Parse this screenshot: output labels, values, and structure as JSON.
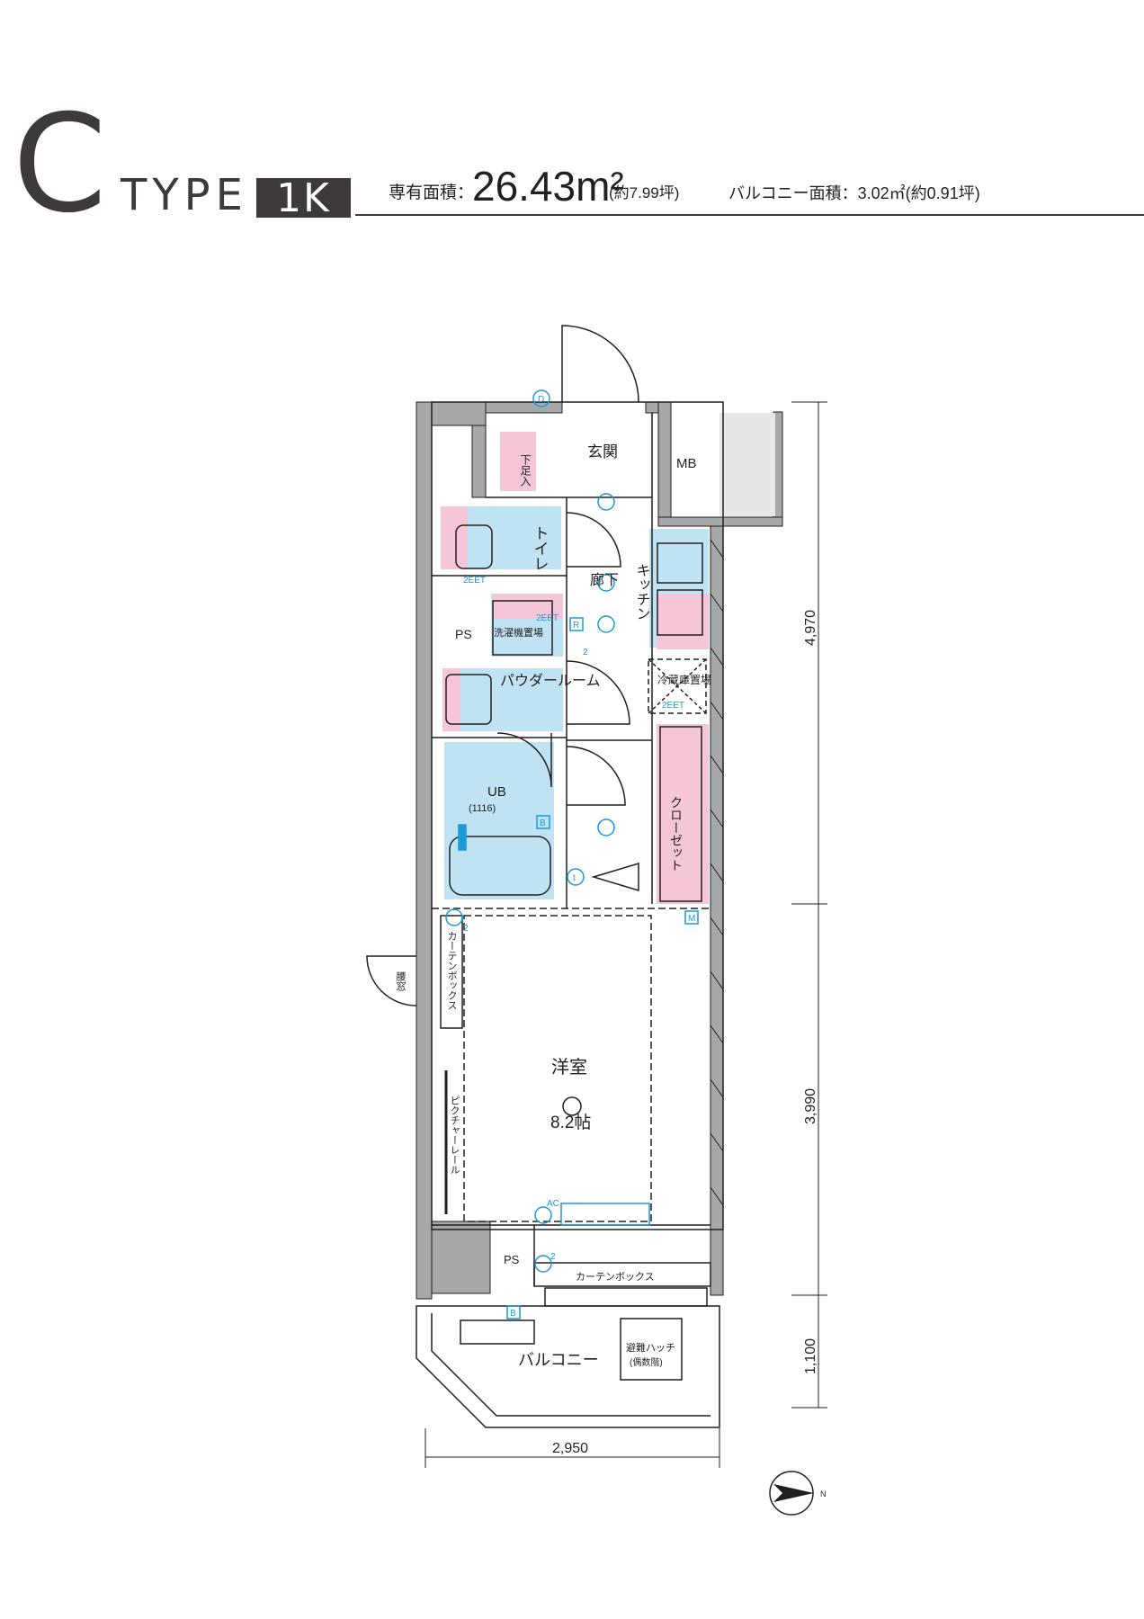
{
  "header": {
    "type_letter": "C",
    "type_word": "TYPE",
    "room_type": "1K",
    "area_label": "専有面積：",
    "area_value": "26.43m²",
    "area_tsubo": "(約7.99坪)",
    "balcony_area": "バルコニー面積：3.02㎡(約0.91坪)"
  },
  "rooms": {
    "entrance": "玄関",
    "shoe_box": "下足入",
    "mb": "MB",
    "toilet": "トイレ",
    "hallway": "廊下",
    "kitchen": "キッチン",
    "ps_upper": "PS",
    "washer": "洗濯機置場",
    "powder_room": "パウダールーム",
    "fridge": "冷蔵庫置場",
    "ub": "UB",
    "ub_size": "(1116)",
    "closet": "クローゼット",
    "waist_window": "腰窓",
    "curtain_box_side": "カーテンボックス",
    "picture_rail": "ピクチャーレール",
    "western_room": "洋室",
    "western_room_size": "8.2帖",
    "ps_lower": "PS",
    "curtain_box_bottom": "カーテンボックス",
    "balcony": "バルコニー",
    "hatch": "避難ハッチ",
    "hatch_sub": "(偶数階)"
  },
  "symbols": {
    "d": "D",
    "r": "R",
    "m": "M",
    "b_ub": "B",
    "b_balcony": "B",
    "t": "t",
    "ac": "AC",
    "two_a": "2",
    "two_b": "2",
    "two_c": "2",
    "eet_toilet": "2EET",
    "eet_washer": "2EET",
    "eet_fridge": "2EET"
  },
  "dimensions": {
    "upper": "4,970",
    "middle": "3,990",
    "lower": "1,100",
    "width": "2,950"
  },
  "compass": {
    "north": "N"
  },
  "colors": {
    "wet_area": "#bfe3f2",
    "storage": "#f5c6d8",
    "wall": "#a7a8a9",
    "symbol": "#1a9ad6",
    "text": "#231f20"
  }
}
